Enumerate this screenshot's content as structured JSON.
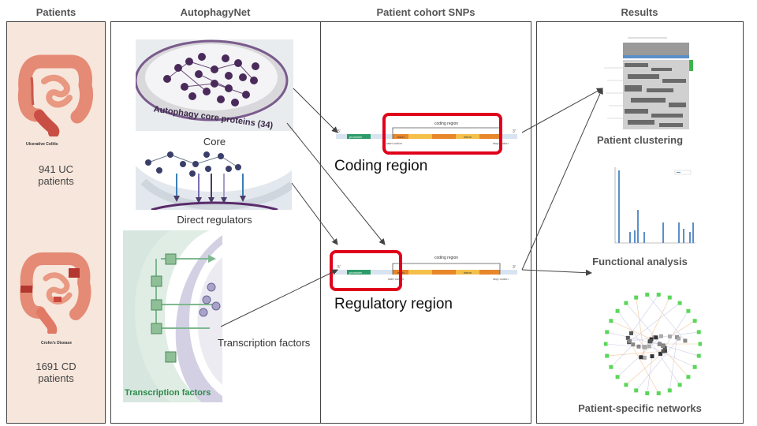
{
  "columns": {
    "patients": "Patients",
    "autophagynet": "AutophagyNet",
    "snps": "Patient cohort SNPs",
    "results": "Results"
  },
  "patients": {
    "uc_caption": "Ulcerative Colitis",
    "uc_count": "941 UC",
    "uc_unit": "patients",
    "cd_caption": "Crohn's Disease",
    "cd_count": "1691 CD",
    "cd_unit": "patients"
  },
  "autophagy": {
    "core_image_text": "Autophagy core proteins (34)",
    "core_label": "Core",
    "direct_label": "Direct regulators",
    "tf_image_text": "Transcription factors",
    "tf_label": "Transcription factors"
  },
  "gene": {
    "coding_region": "coding region",
    "promoter": "promoter",
    "exon": "exon",
    "intron": "intron",
    "start_codon": "start codon",
    "stop_codon": "stop codon",
    "five_prime": "5'",
    "three_prime": "3'"
  },
  "snps": {
    "coding_label": "Coding region",
    "regulatory_label": "Regulatory region"
  },
  "results": {
    "clustering": "Patient clustering",
    "functional": "Functional analysis",
    "networks": "Patient-specific networks"
  },
  "colors": {
    "panel_bg": "#f7e6db",
    "highlight": "#e0001b",
    "promoter": "#2e9c6a",
    "exon": "#f5a623",
    "intron": "#e8862a",
    "bar": "#5b8fc9",
    "network_node": "#5bd65b"
  }
}
